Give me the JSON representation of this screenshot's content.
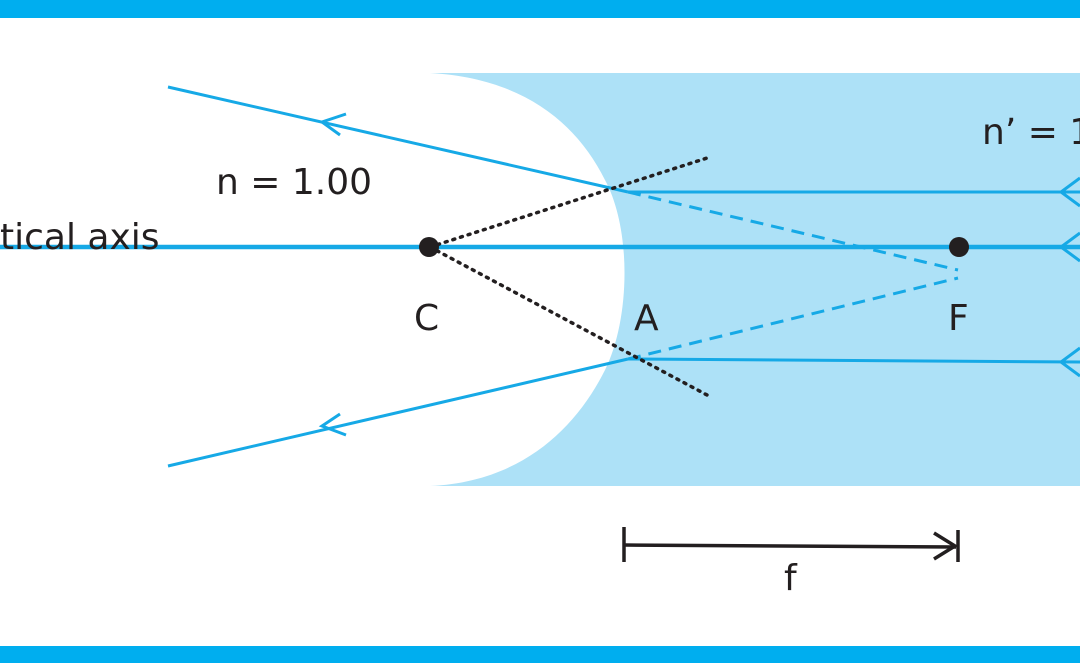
{
  "colors": {
    "border_bar": "#00aeef",
    "medium_fill": "#ade1f7",
    "ray": "#16a9e6",
    "ink": "#231f20",
    "background": "#ffffff"
  },
  "labels": {
    "n_outside": "n = 1.00",
    "n_inside": "n’ = 1",
    "optical_axis": "tical axis",
    "center": "C",
    "vertex": "A",
    "focus": "F",
    "focal_length": "f"
  }
}
